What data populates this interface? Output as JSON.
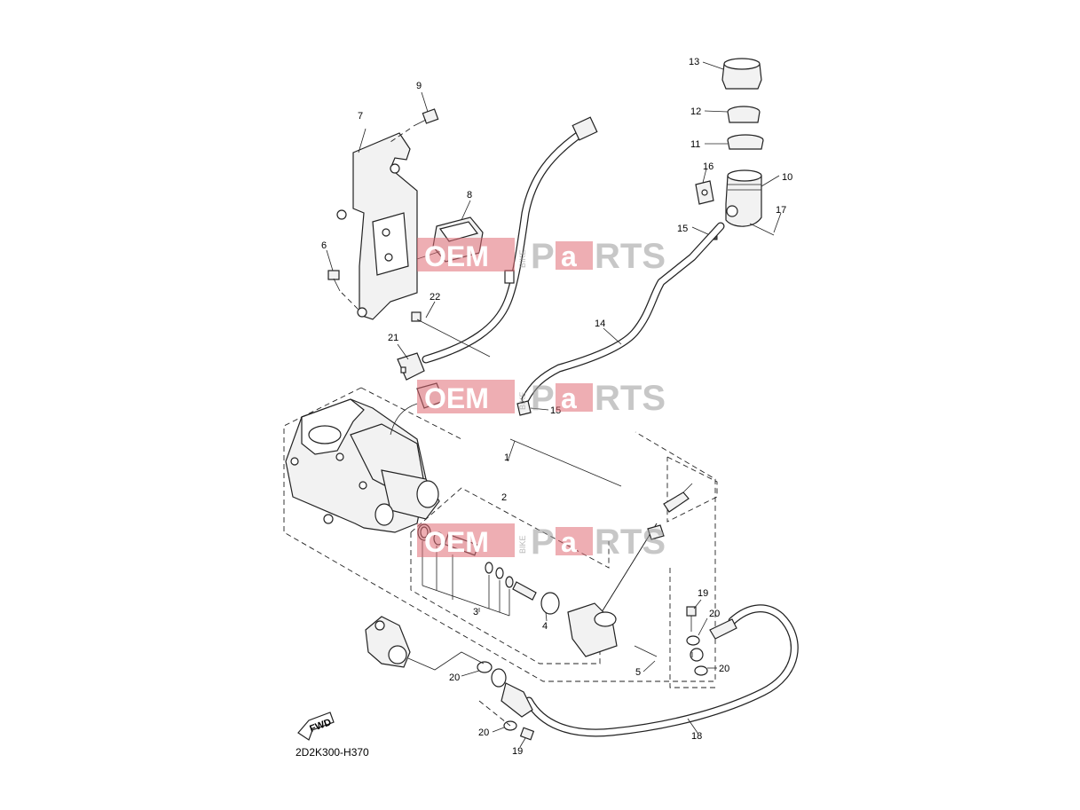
{
  "diagram_code": "2D2K300-H370",
  "watermark": {
    "brand_left": "OEM",
    "brand_vertical": "BIKE",
    "brand_right_highlight": "a",
    "brand_right_pre": "P",
    "brand_right_post": "RTS"
  },
  "fwd_badge": "FWD",
  "callouts": {
    "c1": "1",
    "c2": "2",
    "c3": "3",
    "c4": "4",
    "c5": "5",
    "c6": "6",
    "c7": "7",
    "c8": "8",
    "c9": "9",
    "c10": "10",
    "c11": "11",
    "c12": "12",
    "c13": "13",
    "c14": "14",
    "c15a": "15",
    "c15b": "15",
    "c16": "16",
    "c17": "17",
    "c18": "18",
    "c19a": "19",
    "c19b": "19",
    "c20a": "20",
    "c20b": "20",
    "c20c": "20",
    "c20d": "20",
    "c21": "21",
    "c22": "22"
  },
  "colors": {
    "watermark_red": "#e06b74",
    "watermark_gray": "#9a9a9a"
  }
}
